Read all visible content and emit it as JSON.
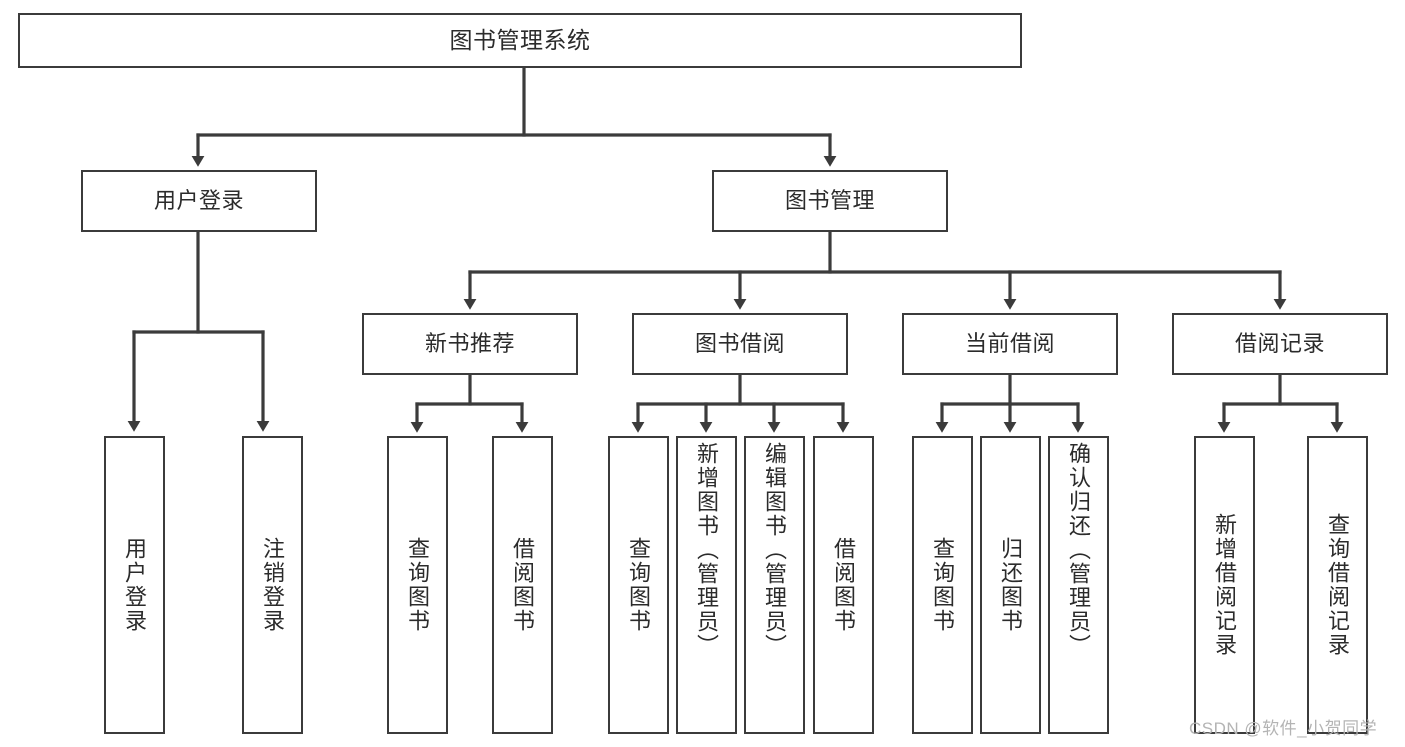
{
  "diagram": {
    "type": "tree-hierarchy-functional-decomposition",
    "title": "图书管理系统",
    "root": {
      "id": "root",
      "label": "图书管理系统",
      "orientation": "horizontal"
    },
    "level2": [
      {
        "id": "user-login",
        "label": "用户登录",
        "orientation": "horizontal"
      },
      {
        "id": "book-management",
        "label": "图书管理",
        "orientation": "horizontal"
      }
    ],
    "level3": [
      {
        "id": "new-book-recommend",
        "label": "新书推荐",
        "orientation": "horizontal",
        "parent": "book-management"
      },
      {
        "id": "book-borrow",
        "label": "图书借阅",
        "orientation": "horizontal",
        "parent": "book-management"
      },
      {
        "id": "current-borrow",
        "label": "当前借阅",
        "orientation": "horizontal",
        "parent": "book-management"
      },
      {
        "id": "borrow-record",
        "label": "借阅记录",
        "orientation": "horizontal",
        "parent": "book-management"
      }
    ],
    "leaves": [
      {
        "id": "leaf-user-login",
        "label": "用户登录",
        "parent": "user-login",
        "orientation": "vertical"
      },
      {
        "id": "leaf-logout",
        "label": "注销登录",
        "parent": "user-login",
        "orientation": "vertical"
      },
      {
        "id": "leaf-query-book-1",
        "label": "查询图书",
        "parent": "new-book-recommend",
        "orientation": "vertical"
      },
      {
        "id": "leaf-borrow-book-1",
        "label": "借阅图书",
        "parent": "new-book-recommend",
        "orientation": "vertical"
      },
      {
        "id": "leaf-query-book-2",
        "label": "查询图书",
        "parent": "book-borrow",
        "orientation": "vertical"
      },
      {
        "id": "leaf-add-book",
        "label": "新增图书（管理员）",
        "parent": "book-borrow",
        "orientation": "vertical"
      },
      {
        "id": "leaf-edit-book",
        "label": "编辑图书（管理员）",
        "parent": "book-borrow",
        "orientation": "vertical"
      },
      {
        "id": "leaf-borrow-book-2",
        "label": "借阅图书",
        "parent": "book-borrow",
        "orientation": "vertical"
      },
      {
        "id": "leaf-query-book-3",
        "label": "查询图书",
        "parent": "current-borrow",
        "orientation": "vertical"
      },
      {
        "id": "leaf-return-book",
        "label": "归还图书",
        "parent": "current-borrow",
        "orientation": "vertical"
      },
      {
        "id": "leaf-confirm-return",
        "label": "确认归还（管理员）",
        "parent": "current-borrow",
        "orientation": "vertical"
      },
      {
        "id": "leaf-add-record",
        "label": "新增借阅记录",
        "parent": "borrow-record",
        "orientation": "vertical"
      },
      {
        "id": "leaf-query-record",
        "label": "查询借阅记录",
        "parent": "borrow-record",
        "orientation": "vertical"
      }
    ],
    "colors": {
      "stroke": "#3b3b3b",
      "fill": "#ffffff",
      "text": "#2b2b2b",
      "watermark": "#b4b4b4"
    }
  },
  "watermark": {
    "text": "CSDN @软件_小贺同学"
  }
}
